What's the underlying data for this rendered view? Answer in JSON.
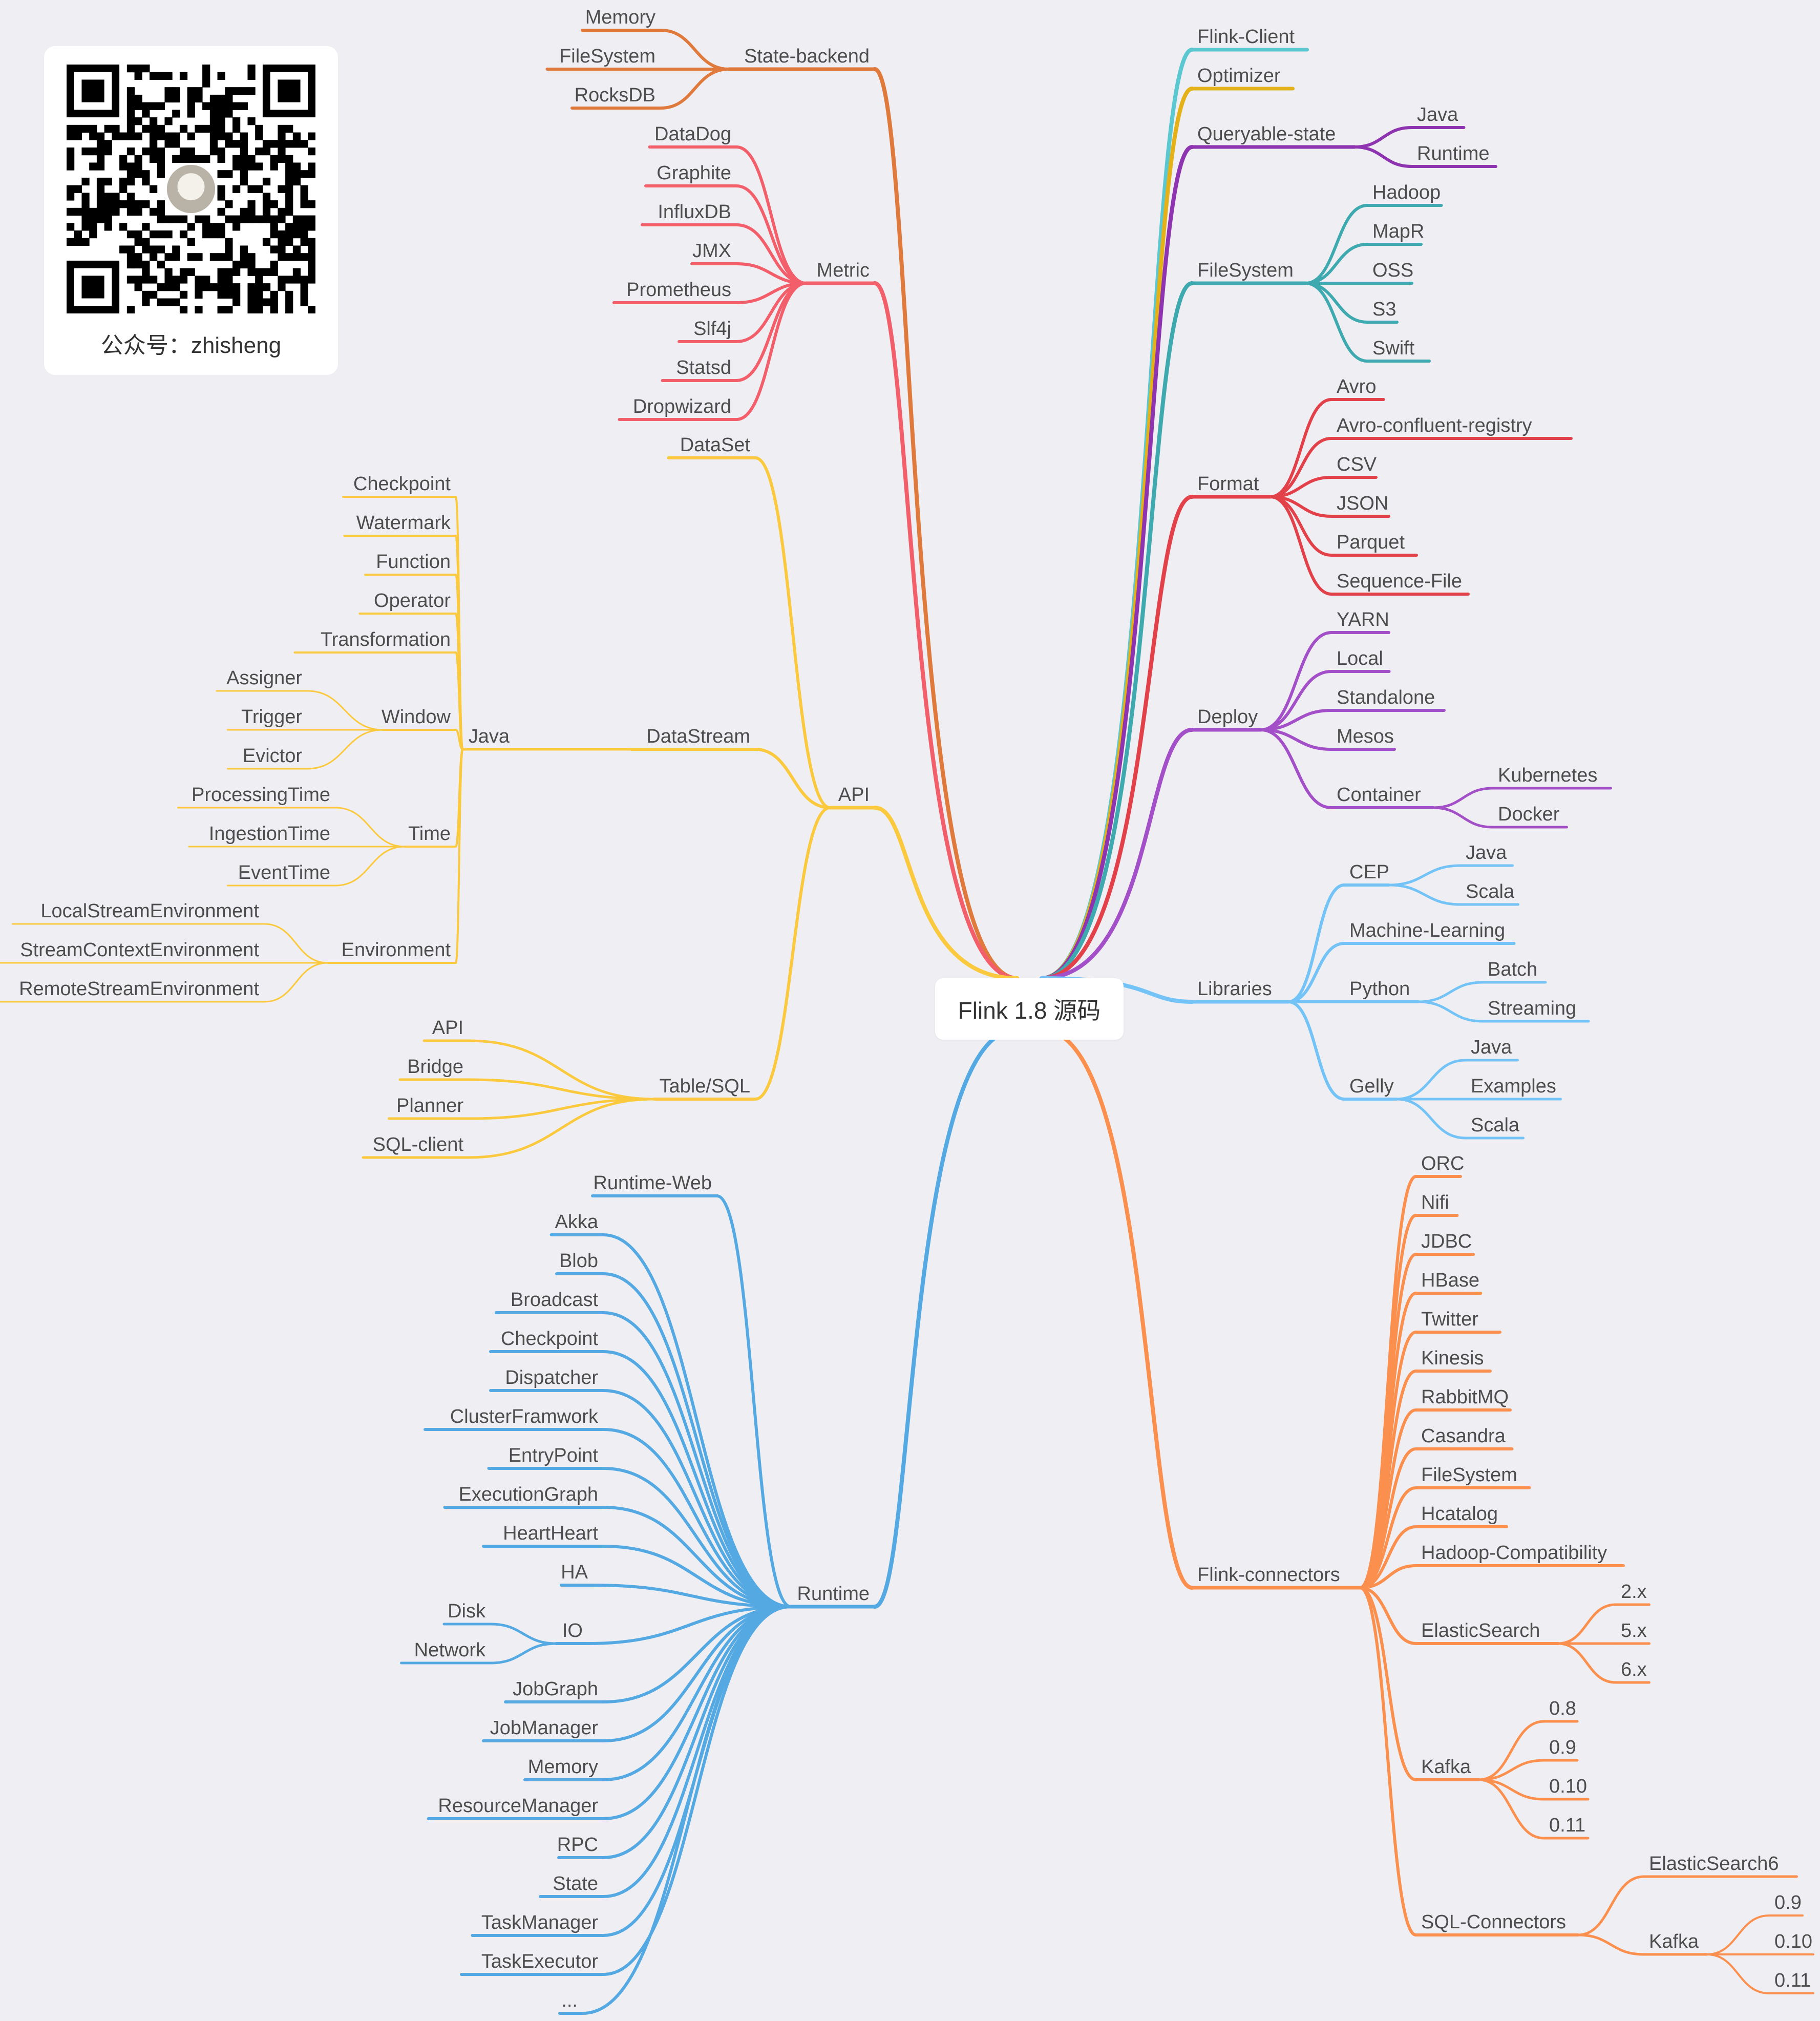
{
  "root": {
    "label": "Flink 1.8 源码"
  },
  "qr_card": {
    "caption": "公众号：zhisheng"
  },
  "colors": {
    "state_backend": "#e07a3c",
    "metric": "#f25f6b",
    "api": "#fbc93d",
    "runtime": "#55a9e3",
    "flink_client": "#5bc8d1",
    "optimizer": "#e4b119",
    "queryable_state": "#8e34b0",
    "filesystem": "#3fa9b0",
    "format": "#e2414a",
    "deploy": "#a34fc8",
    "libraries": "#74c3f7",
    "connectors": "#fb8f4e"
  },
  "tree": {
    "left": [
      {
        "label": "State-backend",
        "children": [
          {
            "label": "Memory"
          },
          {
            "label": "FileSystem"
          },
          {
            "label": "RocksDB"
          }
        ]
      },
      {
        "label": "Metric",
        "children": [
          {
            "label": "DataDog"
          },
          {
            "label": "Graphite"
          },
          {
            "label": "InfluxDB"
          },
          {
            "label": "JMX"
          },
          {
            "label": "Prometheus"
          },
          {
            "label": "Slf4j"
          },
          {
            "label": "Statsd"
          },
          {
            "label": "Dropwizard"
          }
        ]
      },
      {
        "label": "API",
        "children": [
          {
            "label": "DataSet"
          },
          {
            "label": "DataStream",
            "children": [
              {
                "label": "Java",
                "children": [
                  {
                    "label": "Checkpoint"
                  },
                  {
                    "label": "Watermark"
                  },
                  {
                    "label": "Function"
                  },
                  {
                    "label": "Operator"
                  },
                  {
                    "label": "Transformation"
                  },
                  {
                    "label": "Window",
                    "children": [
                      {
                        "label": "Assigner"
                      },
                      {
                        "label": "Trigger"
                      },
                      {
                        "label": "Evictor"
                      }
                    ]
                  },
                  {
                    "label": "Time",
                    "children": [
                      {
                        "label": "ProcessingTime"
                      },
                      {
                        "label": "IngestionTime"
                      },
                      {
                        "label": "EventTime"
                      }
                    ]
                  },
                  {
                    "label": "Environment",
                    "children": [
                      {
                        "label": "LocalStreamEnvironment"
                      },
                      {
                        "label": "StreamContextEnvironment"
                      },
                      {
                        "label": "RemoteStreamEnvironment"
                      }
                    ]
                  }
                ]
              }
            ]
          },
          {
            "label": "Table/SQL",
            "children": [
              {
                "label": "API"
              },
              {
                "label": "Bridge"
              },
              {
                "label": "Planner"
              },
              {
                "label": "SQL-client"
              }
            ]
          }
        ]
      },
      {
        "label": "Runtime",
        "children": [
          {
            "label": "Runtime-Web"
          },
          {
            "label": "Akka"
          },
          {
            "label": "Blob"
          },
          {
            "label": "Broadcast"
          },
          {
            "label": "Checkpoint"
          },
          {
            "label": "Dispatcher"
          },
          {
            "label": "ClusterFramwork"
          },
          {
            "label": "EntryPoint"
          },
          {
            "label": "ExecutionGraph"
          },
          {
            "label": "HeartHeart"
          },
          {
            "label": "HA"
          },
          {
            "label": "IO",
            "children": [
              {
                "label": "Disk"
              },
              {
                "label": "Network"
              }
            ]
          },
          {
            "label": "JobGraph"
          },
          {
            "label": "JobManager"
          },
          {
            "label": "Memory"
          },
          {
            "label": "ResourceManager"
          },
          {
            "label": "RPC"
          },
          {
            "label": "State"
          },
          {
            "label": "TaskManager"
          },
          {
            "label": "TaskExecutor"
          },
          {
            "label": "..."
          }
        ]
      }
    ],
    "right": [
      {
        "label": "Flink-Client"
      },
      {
        "label": "Optimizer"
      },
      {
        "label": "Queryable-state",
        "children": [
          {
            "label": "Java"
          },
          {
            "label": "Runtime"
          }
        ]
      },
      {
        "label": "FileSystem",
        "children": [
          {
            "label": "Hadoop"
          },
          {
            "label": "MapR"
          },
          {
            "label": "OSS"
          },
          {
            "label": "S3"
          },
          {
            "label": "Swift"
          }
        ]
      },
      {
        "label": "Format",
        "children": [
          {
            "label": "Avro"
          },
          {
            "label": "Avro-confluent-registry"
          },
          {
            "label": "CSV"
          },
          {
            "label": "JSON"
          },
          {
            "label": "Parquet"
          },
          {
            "label": "Sequence-File"
          }
        ]
      },
      {
        "label": "Deploy",
        "children": [
          {
            "label": "YARN"
          },
          {
            "label": "Local"
          },
          {
            "label": "Standalone"
          },
          {
            "label": "Mesos"
          },
          {
            "label": "Container",
            "children": [
              {
                "label": "Kubernetes"
              },
              {
                "label": "Docker"
              }
            ]
          }
        ]
      },
      {
        "label": "Libraries",
        "children": [
          {
            "label": "CEP",
            "children": [
              {
                "label": "Java"
              },
              {
                "label": "Scala"
              }
            ]
          },
          {
            "label": "Machine-Learning"
          },
          {
            "label": "Python",
            "children": [
              {
                "label": "Batch"
              },
              {
                "label": "Streaming"
              }
            ]
          },
          {
            "label": "Gelly",
            "children": [
              {
                "label": "Java"
              },
              {
                "label": "Examples"
              },
              {
                "label": "Scala"
              }
            ]
          }
        ]
      },
      {
        "label": "Flink-connectors",
        "children": [
          {
            "label": "ORC"
          },
          {
            "label": "Nifi"
          },
          {
            "label": "JDBC"
          },
          {
            "label": "HBase"
          },
          {
            "label": "Twitter"
          },
          {
            "label": "Kinesis"
          },
          {
            "label": "RabbitMQ"
          },
          {
            "label": "Casandra"
          },
          {
            "label": "FileSystem"
          },
          {
            "label": "Hcatalog"
          },
          {
            "label": "Hadoop-Compatibility"
          },
          {
            "label": "ElasticSearch",
            "children": [
              {
                "label": "2.x"
              },
              {
                "label": "5.x"
              },
              {
                "label": "6.x"
              }
            ]
          },
          {
            "label": "Kafka",
            "children": [
              {
                "label": "0.8"
              },
              {
                "label": "0.9"
              },
              {
                "label": "0.10"
              },
              {
                "label": "0.11"
              }
            ]
          },
          {
            "label": "SQL-Connectors",
            "children": [
              {
                "label": "ElasticSearch6"
              },
              {
                "label": "Kafka",
                "children": [
                  {
                    "label": "0.9"
                  },
                  {
                    "label": "0.10"
                  },
                  {
                    "label": "0.11"
                  }
                ]
              }
            ]
          }
        ]
      }
    ]
  }
}
